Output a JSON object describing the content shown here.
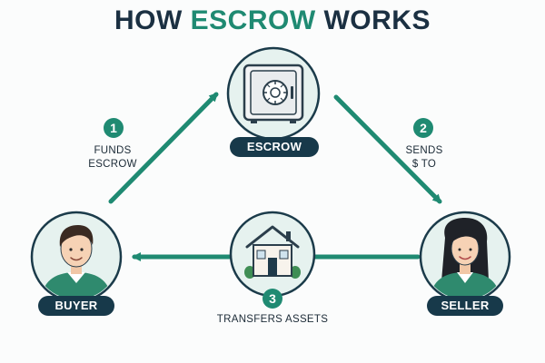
{
  "title": {
    "part1": "HOW ",
    "part2": "ESCROW",
    "part3": " WORKS"
  },
  "nodes": {
    "escrow": {
      "label": "ESCROW",
      "icon": "safe-icon"
    },
    "buyer": {
      "label": "BUYER",
      "icon": "man-avatar-icon"
    },
    "seller": {
      "label": "SELLER",
      "icon": "woman-avatar-icon"
    },
    "assets": {
      "icon": "house-icon"
    }
  },
  "steps": [
    {
      "number": "1",
      "line1": "FUNDS",
      "line2": "ESCROW"
    },
    {
      "number": "2",
      "line1": "SENDS",
      "line2": "$ TO"
    },
    {
      "number": "3",
      "text": "TRANSFERS ASSETS"
    }
  ],
  "colors": {
    "accent": "#1f8a72",
    "dark": "#17394a",
    "circle_fill": "#e6f2ef"
  }
}
